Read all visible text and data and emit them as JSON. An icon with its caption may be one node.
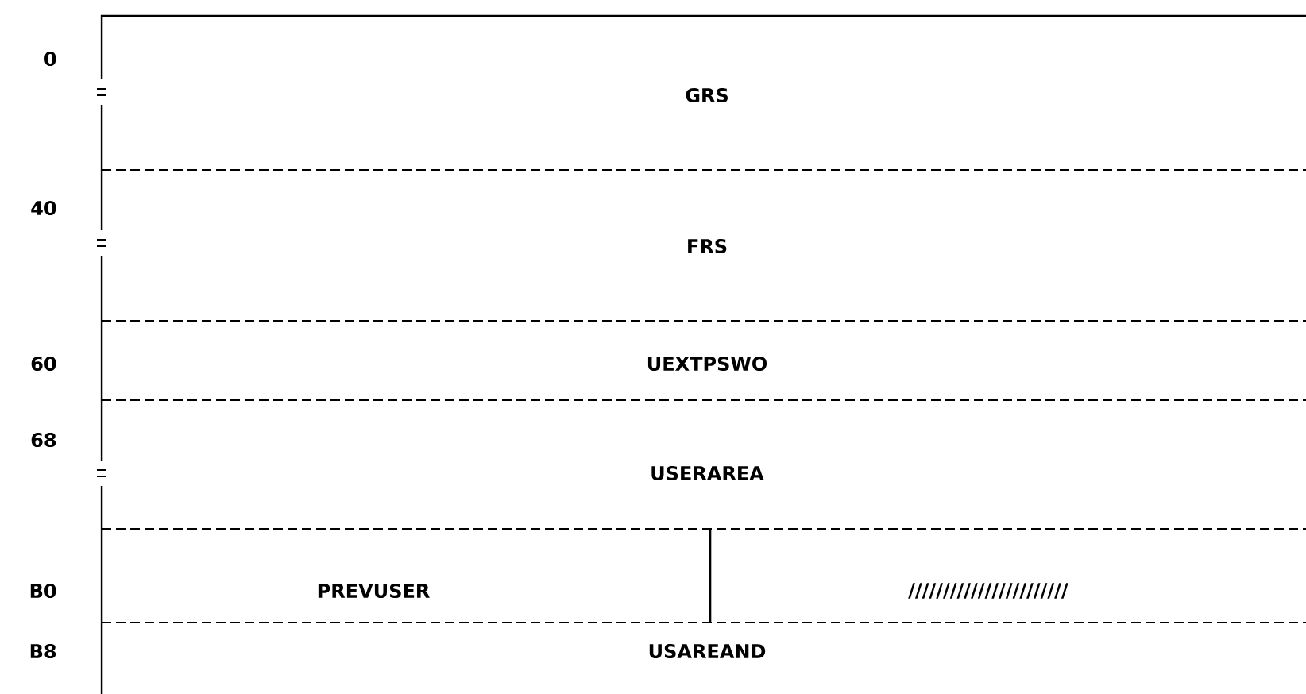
{
  "diagram": {
    "nodes": [
      {
        "text": [
          "GRS"
        ]
      },
      {
        "text": [
          "FRS"
        ]
      },
      {
        "text": [
          "UEXTPSWO"
        ]
      },
      {
        "text": [
          "USERAREA"
        ]
      },
      {
        "text": [
          "PREVUSER"
        ]
      },
      {
        "text": [
          "///////////////////////"
        ]
      },
      {
        "text": [
          "USAREAND"
        ]
      }
    ],
    "labels": [
      "0",
      "40",
      "60",
      "68",
      "B0",
      "B8"
    ]
  }
}
